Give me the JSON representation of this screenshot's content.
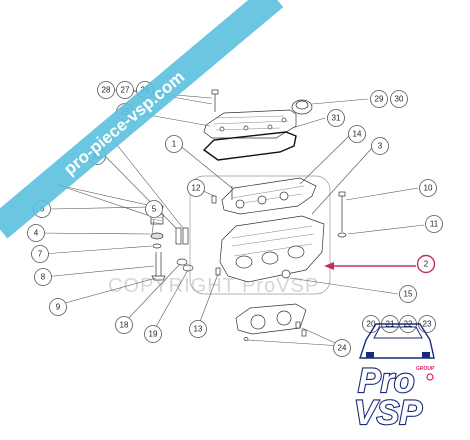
{
  "watermark_ribbon": {
    "text": "pro-piece-vsp.com",
    "color": "#5bc0de"
  },
  "watermark_copyright": "COPYRIGHT ProVSP",
  "callouts": [
    {
      "n": "28"
    },
    {
      "n": "27"
    },
    {
      "n": "26"
    },
    {
      "n": "29"
    },
    {
      "n": "30"
    },
    {
      "n": "31"
    },
    {
      "n": "25"
    },
    {
      "n": "1"
    },
    {
      "n": "14"
    },
    {
      "n": "3"
    },
    {
      "n": "16"
    },
    {
      "n": "12"
    },
    {
      "n": "10"
    },
    {
      "n": "11"
    },
    {
      "n": "2"
    },
    {
      "n": "6"
    },
    {
      "n": "4"
    },
    {
      "n": "5"
    },
    {
      "n": "7"
    },
    {
      "n": "8"
    },
    {
      "n": "9"
    },
    {
      "n": "18"
    },
    {
      "n": "19"
    },
    {
      "n": "13"
    },
    {
      "n": "15"
    },
    {
      "n": "20"
    },
    {
      "n": "21"
    },
    {
      "n": "22"
    },
    {
      "n": "23"
    },
    {
      "n": "24"
    }
  ],
  "highlight": {
    "callout": "2",
    "color": "#c0306a"
  },
  "logo": {
    "line1": "Pro",
    "line2": "VSP",
    "tagline": "GROUP",
    "color": "#1a2a7a",
    "accent": "#e0206a"
  }
}
